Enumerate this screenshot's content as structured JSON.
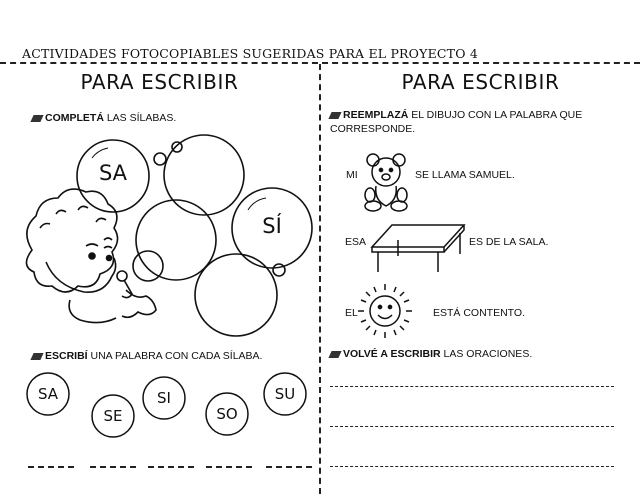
{
  "header": {
    "title": "ACTIVIDADES FOTOCOPIABLES SUGERIDAS PARA EL PROYECTO 4"
  },
  "left_panel": {
    "title": "PARA ESCRIBIR",
    "instruction1": {
      "bold": "COMPLETÁ",
      "rest": " LAS SÍLABAS."
    },
    "big_bubbles": [
      "SA",
      "SÍ"
    ],
    "instruction2": {
      "bold": "ESCRIBÍ",
      "rest": " UNA PALABRA CON CADA SÍLABA."
    },
    "syllables": [
      "SA",
      "SE",
      "SI",
      "SO",
      "SU"
    ]
  },
  "right_panel": {
    "title": "PARA ESCRIBIR",
    "instruction1": {
      "bold": "REEMPLAZÁ",
      "rest": " EL DIBUJO CON LA PALABRA QUE CORRESPONDE."
    },
    "sentences": [
      {
        "before": "MI",
        "picture": "teddy-bear",
        "after": "SE LLAMA SAMUEL."
      },
      {
        "before": "ESA",
        "picture": "table",
        "after": "ES DE LA SALA."
      },
      {
        "before": "EL",
        "picture": "sun",
        "after": "ESTÁ CONTENTO."
      }
    ],
    "instruction2": {
      "bold": "VOLVÉ A ESCRIBIR",
      "rest": " LAS ORACIONES."
    }
  }
}
